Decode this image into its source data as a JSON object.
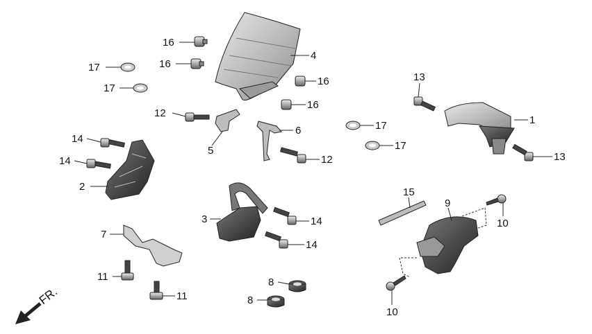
{
  "diagram": {
    "direction_label": "FR.",
    "callouts": {
      "c1": "1",
      "c2": "2",
      "c3": "3",
      "c4": "4",
      "c5": "5",
      "c6": "6",
      "c7": "7",
      "c8a": "8",
      "c8b": "8",
      "c9": "9",
      "c10a": "10",
      "c10b": "10",
      "c11a": "11",
      "c11b": "11",
      "c12a": "12",
      "c12b": "12",
      "c13a": "13",
      "c13b": "13",
      "c14a": "14",
      "c14b": "14",
      "c14c": "14",
      "c14d": "14",
      "c15": "15",
      "c16a": "16",
      "c16b": "16",
      "c16c": "16",
      "c16d": "16",
      "c17a": "17",
      "c17b": "17",
      "c17c": "17",
      "c17d": "17"
    }
  }
}
